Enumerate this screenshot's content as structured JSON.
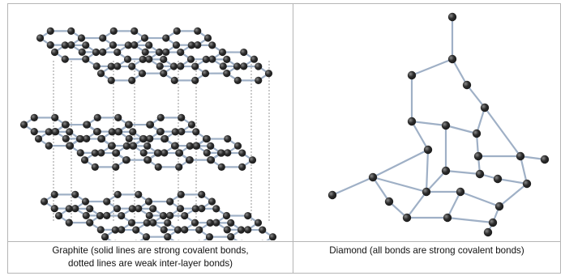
{
  "panels": [
    {
      "name": "graphite",
      "caption_lines": [
        "Graphite (solid lines are strong covalent bonds,",
        "dotted lines are weak inter-layer bonds)"
      ]
    },
    {
      "name": "diamond",
      "caption_lines": [
        "Diamond (all bonds are strong covalent bonds)"
      ]
    }
  ],
  "colors": {
    "bond": "#9fb0c6",
    "atom_dark": "#1c1c1c",
    "atom_light": "#8a8a8a",
    "border": "#b5b5b5",
    "interlayer": "#7d7d7d"
  },
  "icons": [
    "carbon-atom-icon"
  ]
}
